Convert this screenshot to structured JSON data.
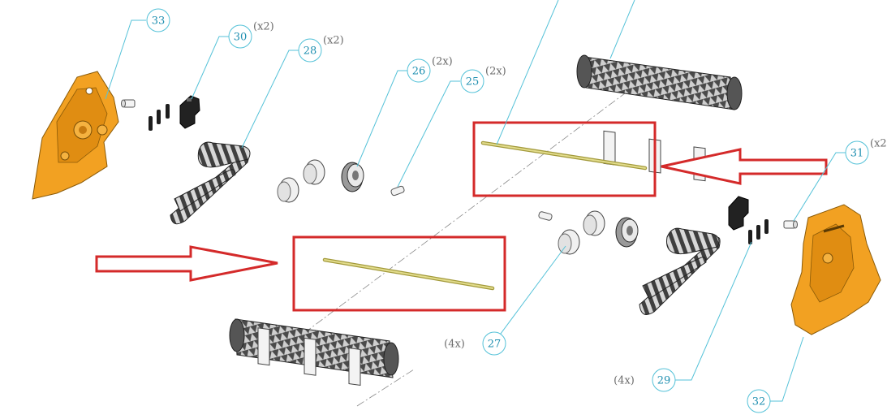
{
  "diagram": {
    "colors": {
      "leader": "#55c2d8",
      "callout_text": "#1f8fb0",
      "qty_text": "#6b6b6b",
      "highlight_box": "#d42a2a",
      "housing": "#f2a122",
      "housing_dark": "#c67a10",
      "shaft": "#d9d27a",
      "rubber": "#3c3c3c",
      "bearing": "#eeeeee"
    },
    "callouts": [
      {
        "id": "33",
        "qty": ""
      },
      {
        "id": "30",
        "qty": "(x2)"
      },
      {
        "id": "28",
        "qty": "(x2)"
      },
      {
        "id": "26",
        "qty": "(2x)"
      },
      {
        "id": "25",
        "qty": "(2x)"
      },
      {
        "id": "31",
        "qty": "(x2"
      },
      {
        "id": "27",
        "qty": "(4x)"
      },
      {
        "id": "29",
        "qty": "(4x)"
      },
      {
        "id": "32",
        "qty": ""
      }
    ],
    "highlighted_parts": [
      "shaft-upper",
      "shaft-lower"
    ]
  }
}
